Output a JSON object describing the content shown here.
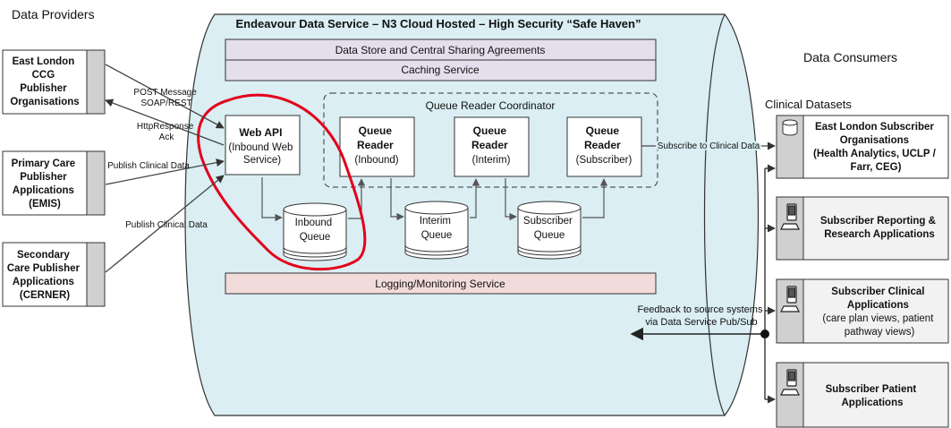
{
  "headings": {
    "providers": "Data Providers",
    "consumers": "Data Consumers",
    "clinical_datasets": "Clinical Datasets"
  },
  "service": {
    "title": "Endeavour Data Service – N3 Cloud Hosted – High Security “Safe Haven”",
    "data_store": "Data Store and Central Sharing Agreements",
    "caching": "Caching Service",
    "logging": "Logging/Monitoring Service",
    "coordinator": "Queue Reader Coordinator"
  },
  "web_api": {
    "lines": [
      "Web API",
      "(Inbound Web",
      "Service)"
    ]
  },
  "readers": [
    {
      "lines": [
        "Queue",
        "Reader",
        "(Inbound)"
      ]
    },
    {
      "lines": [
        "Queue",
        "Reader",
        "(Interim)"
      ]
    },
    {
      "lines": [
        "Queue",
        "Reader",
        "(Subscriber)"
      ]
    }
  ],
  "queues": [
    {
      "lines": [
        "Inbound",
        "Queue"
      ]
    },
    {
      "lines": [
        "Interim",
        "Queue"
      ]
    },
    {
      "lines": [
        "Subscriber",
        "Queue"
      ]
    }
  ],
  "providers": [
    {
      "lines": [
        "East London",
        "CCG",
        "Publisher",
        "Organisations"
      ]
    },
    {
      "lines": [
        "Primary Care",
        "Publisher",
        "Applications",
        "(EMIS)"
      ]
    },
    {
      "lines": [
        "Secondary",
        "Care Publisher",
        "Applications",
        "(CERNER)"
      ]
    }
  ],
  "consumers": [
    {
      "lines": [
        "East London Subscriber",
        "Organisations",
        "(Health Analytics, UCLP /",
        "Farr, CEG)"
      ]
    },
    {
      "lines": [
        "Subscriber Reporting &",
        "Research Applications"
      ]
    },
    {
      "lines": [
        "Subscriber Clinical",
        "Applications",
        "(care plan views, patient",
        "pathway views)"
      ]
    },
    {
      "lines": [
        "Subscriber Patient",
        "Applications"
      ]
    }
  ],
  "flow_labels": {
    "post_message": [
      "POST Message",
      "SOAP/REST"
    ],
    "http_response": [
      "HttpResponse",
      "Ack"
    ],
    "publish_1": "Publish Clinical Data",
    "publish_2": "Publish Clinical Data",
    "subscribe": "Subscribe to Clinical Data",
    "feedback": [
      "Feedback to source systems",
      "via Data Service Pub/Sub"
    ]
  },
  "colors": {
    "cloud_fill": "#daeef3",
    "store_fill": "#e4dfec",
    "logging_fill": "#f2dcdb",
    "line": "#333333",
    "highlight": "#e3001b",
    "box_tab": "#d0d0d0",
    "consumer_fill": "#f2f2f2"
  }
}
